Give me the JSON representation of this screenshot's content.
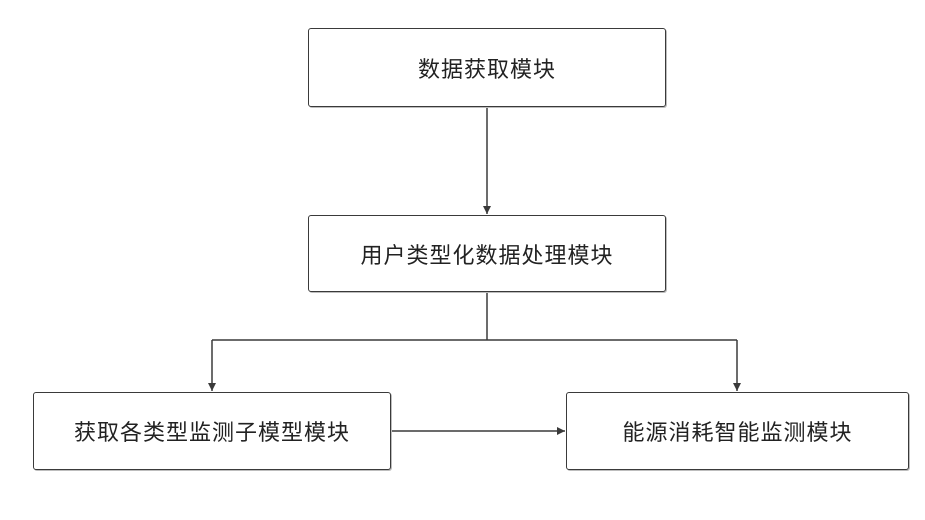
{
  "nodes": {
    "data_acquisition": "数据获取模块",
    "user_type_processing": "用户类型化数据处理模块",
    "submodel_acquisition": "获取各类型监测子模型模块",
    "energy_monitoring": "能源消耗智能监测模块"
  },
  "edges": [
    {
      "from": "data_acquisition",
      "to": "user_type_processing"
    },
    {
      "from": "user_type_processing",
      "to": "submodel_acquisition"
    },
    {
      "from": "user_type_processing",
      "to": "energy_monitoring"
    },
    {
      "from": "submodel_acquisition",
      "to": "energy_monitoring"
    }
  ]
}
